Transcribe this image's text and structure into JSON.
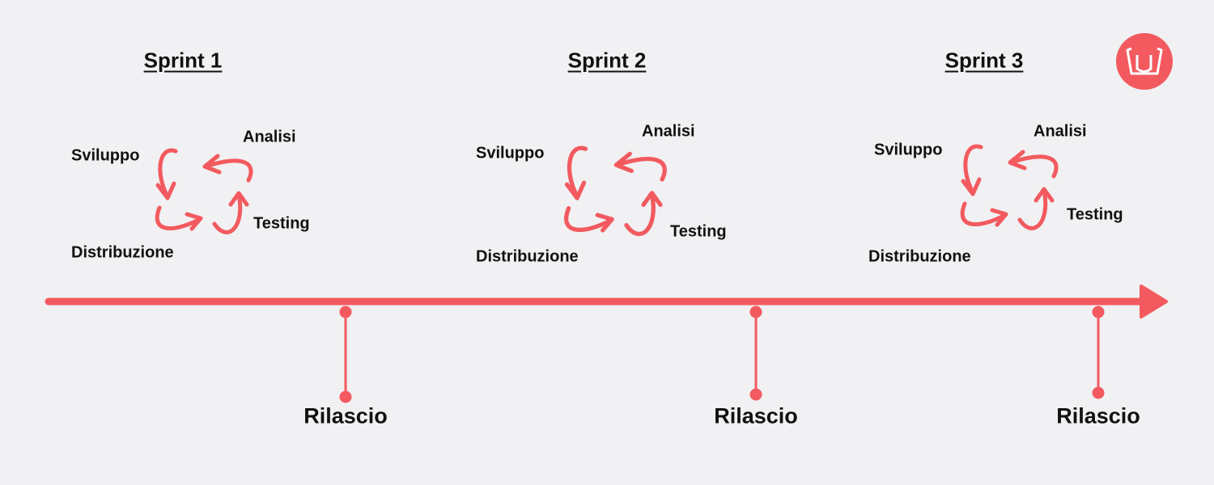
{
  "colors": {
    "accent": "#f25a5f",
    "background": "#f1f0f2",
    "text": "#111111"
  },
  "logo": {
    "icon": "w-logo-icon"
  },
  "sprints": [
    {
      "title": "Sprint 1",
      "phases": {
        "analysis": "Analisi",
        "development": "Sviluppo",
        "testing": "Testing",
        "deployment": "Distribuzione"
      },
      "release": "Rilascio"
    },
    {
      "title": "Sprint 2",
      "phases": {
        "analysis": "Analisi",
        "development": "Sviluppo",
        "testing": "Testing",
        "deployment": "Distribuzione"
      },
      "release": "Rilascio"
    },
    {
      "title": "Sprint 3",
      "phases": {
        "analysis": "Analisi",
        "development": "Sviluppo",
        "testing": "Testing",
        "deployment": "Distribuzione"
      },
      "release": "Rilascio"
    }
  ]
}
